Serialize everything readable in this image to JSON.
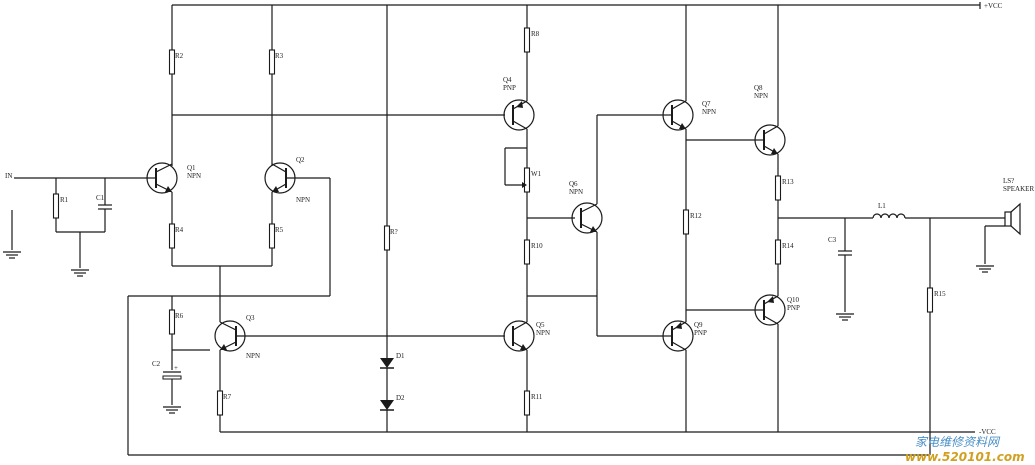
{
  "power": {
    "vcc_pos": "+VCC",
    "vcc_neg": "-VCC"
  },
  "input": {
    "label": "IN"
  },
  "resistors": [
    "R1",
    "R2",
    "R3",
    "R4",
    "R5",
    "R6",
    "R7",
    "R8",
    "W1",
    "R10",
    "R11",
    "R12",
    "R13",
    "R14",
    "R15",
    "R?"
  ],
  "capacitors": {
    "c1": "C1",
    "c2": "C2",
    "c3": "C3"
  },
  "inductor": {
    "label": "L1"
  },
  "diodes": {
    "d1": "D1",
    "d2": "D2"
  },
  "transistors": {
    "q1": {
      "name": "Q1",
      "type": "NPN"
    },
    "q2": {
      "name": "Q2",
      "type": "NPN"
    },
    "q3": {
      "name": "Q3",
      "type": "NPN"
    },
    "q4": {
      "name": "Q4",
      "type": "PNP"
    },
    "q5": {
      "name": "Q5",
      "type": "NPN"
    },
    "q6": {
      "name": "Q6",
      "type": "NPN"
    },
    "q7": {
      "name": "Q7",
      "type": "NPN"
    },
    "q8": {
      "name": "Q8",
      "type": "NPN"
    },
    "q9": {
      "name": "Q9",
      "type": "PNP"
    },
    "q10": {
      "name": "Q10",
      "type": "PNP"
    }
  },
  "speaker": {
    "name": "LS?",
    "type": "SPEAKER"
  },
  "watermark": {
    "cn": "家电维修资料网",
    "url": "www.520101.com"
  }
}
